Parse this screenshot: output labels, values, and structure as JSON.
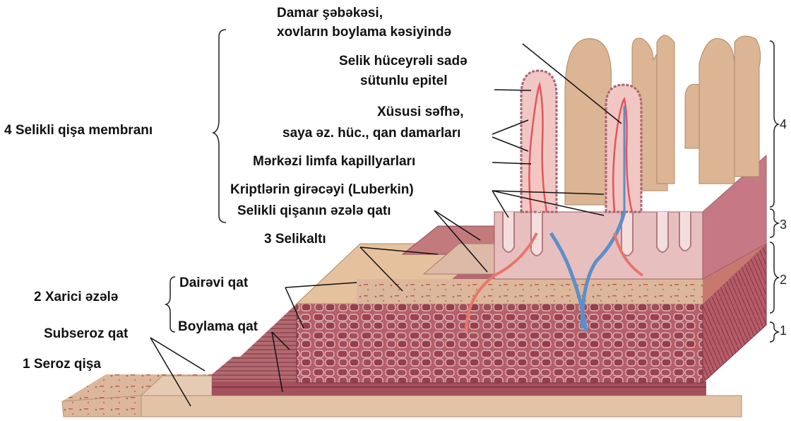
{
  "labels": {
    "damar": "Damar şəbəkəsi,",
    "damar_line2": "xovların boylama kəsiyində",
    "selik": "Selik hüceyrəli sadə",
    "selik_line2": "sütunlu epitel",
    "xususi": "Xüsusi səfhə,",
    "xususi_line2": "saya əz. hüc., qan damarları",
    "merkezi": "Mərkəzi limfa kapillyarları",
    "kript": "Kriptlərin girəcəyi (Luberkin)",
    "ezele_qati": "Selikli qişanın əzələ qatı",
    "selikli_membran": "4  Selikli qişa membranı",
    "selikalti": "3  Selikaltı",
    "xarici": "2  Xarici əzələ",
    "dairevi": "Dairəvi qat",
    "boylama": "Boylama qat",
    "subseroz": "Subseroz qat",
    "seroz": "1  Seroz qişa"
  },
  "layer_numbers": [
    "4",
    "3",
    "2",
    "1"
  ]
}
